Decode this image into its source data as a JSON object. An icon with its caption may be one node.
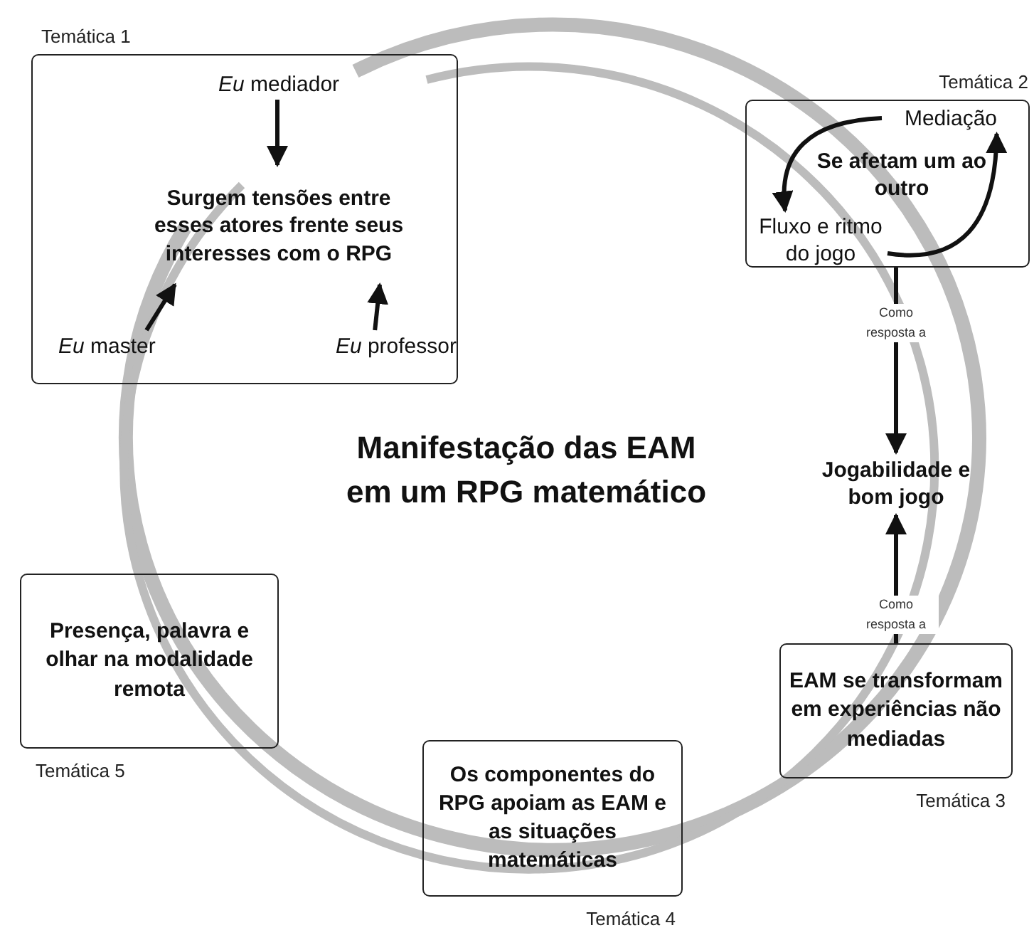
{
  "diagram": {
    "title": "Manifestação das EAM em um RPG matemático",
    "nodes": [
      {
        "text": [
          "Temática 1"
        ]
      },
      {
        "text": [
          "*Eu* mediador"
        ],
        "in": 0
      },
      {
        "text": [
          "Surgem tensões entre esses atores frente seus interesses com o RPG"
        ],
        "in": 0
      },
      {
        "text": [
          "*Eu* master"
        ],
        "in": 0
      },
      {
        "text": [
          "*Eu* professor"
        ],
        "in": 0
      },
      {
        "text": [
          "Temática 2"
        ]
      },
      {
        "text": [
          "Mediação"
        ],
        "in": 5
      },
      {
        "text": [
          "Se afetam um ao outro"
        ],
        "in": 5
      },
      {
        "text": [
          "Fluxo e ritmo do jogo"
        ],
        "in": 5
      },
      {
        "text": [
          "Jogabilidade e bom jogo"
        ]
      },
      {
        "text": [
          "EAM se transformam em experiências não mediadas"
        ],
        "beside": [
          "Temática 3"
        ]
      },
      {
        "text": [
          "Os componentes do RPG apoiam as EAM e as situações matemáticas"
        ],
        "beside": [
          "Temática 4"
        ]
      },
      {
        "text": [
          "Presença, palavra e olhar na modalidade remota"
        ],
        "beside": [
          "Temática 5"
        ]
      }
    ],
    "edges": [
      {
        "from": 1,
        "to": 2,
        "arrow": "to"
      },
      {
        "from": 3,
        "to": 2,
        "arrow": "to"
      },
      {
        "from": 4,
        "to": 2,
        "arrow": "to"
      },
      {
        "from": 6,
        "to": 8,
        "arrow": "to"
      },
      {
        "from": 8,
        "to": 6,
        "arrow": "to"
      },
      {
        "from": 5,
        "to": 9,
        "arrow": "to",
        "label": "Como resposta a"
      },
      {
        "from": 10,
        "to": 9,
        "arrow": "to",
        "label": "Como resposta a"
      }
    ]
  }
}
